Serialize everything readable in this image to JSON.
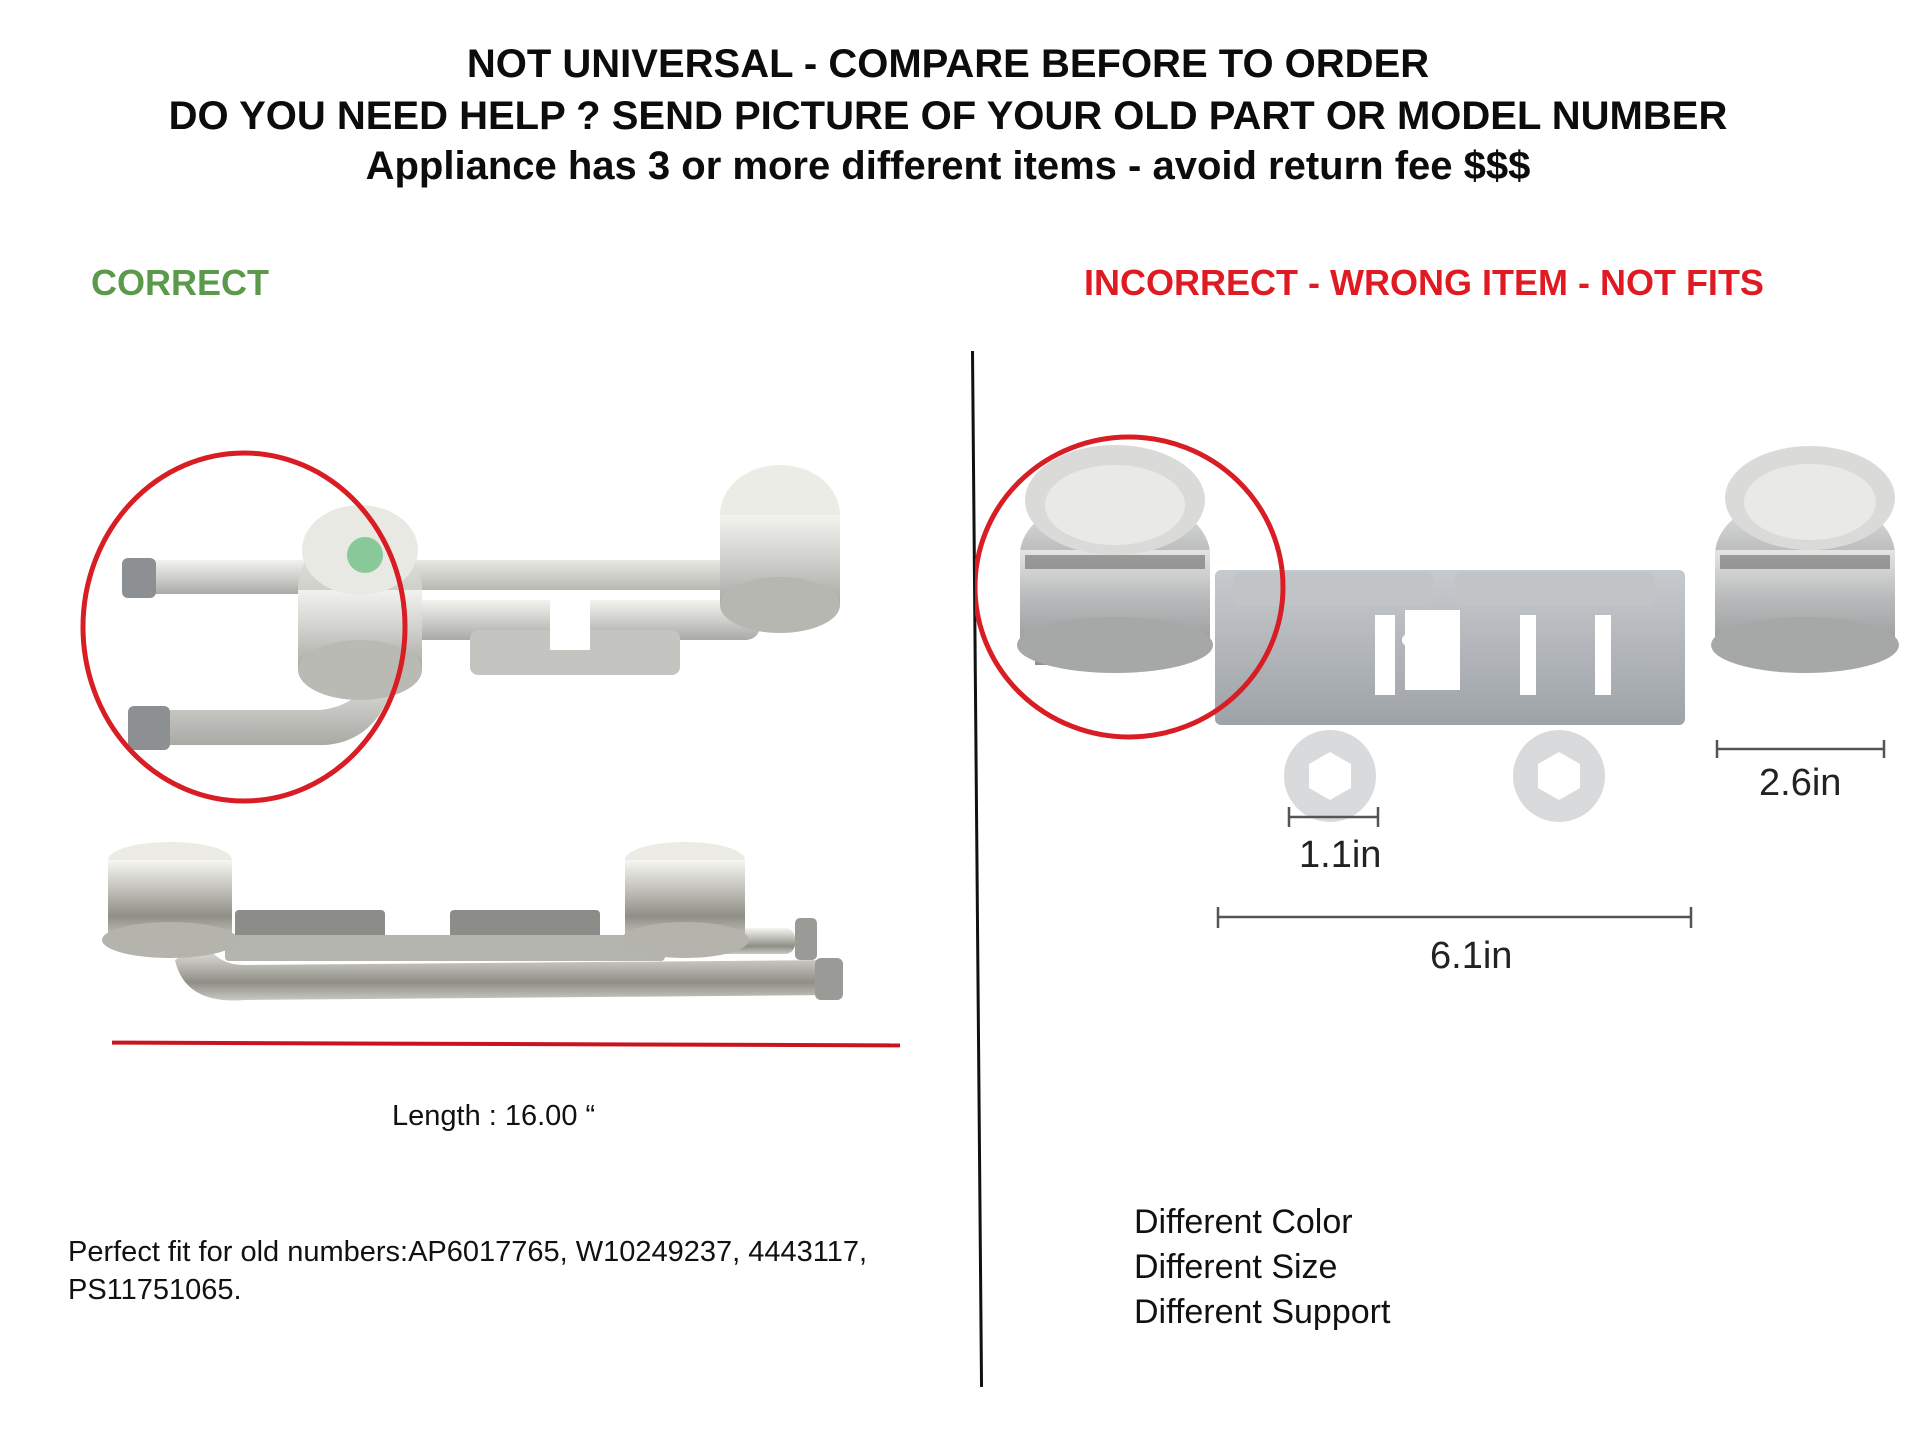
{
  "header": {
    "line1": "NOT UNIVERSAL - COMPARE BEFORE TO ORDER",
    "line2": "DO YOU NEED HELP ? SEND PICTURE OF YOUR OLD PART OR MODEL NUMBER",
    "line3": "Appliance has 3 or more different items  - avoid return fee $$$"
  },
  "left": {
    "label": "CORRECT",
    "label_color": "#5a9a4a",
    "length_caption": "Length : 16.00 “",
    "fit_caption": "Perfect fit for old numbers:AP6017765, W10249237, 4443117, PS11751065.",
    "part_numbers": [
      "AP6017765",
      "W10249237",
      "4443117",
      "PS11751065"
    ]
  },
  "right": {
    "label": "INCORRECT - WRONG ITEM - NOT FITS",
    "label_color": "#e01a22",
    "dimensions": {
      "washer": "1.1in",
      "burner_height": "2.6in",
      "length": "6.1in"
    },
    "differences": [
      "Different Color",
      "Different Size",
      "Different Support"
    ]
  },
  "colors": {
    "highlight_circle": "#d81e24",
    "divider": "#111111",
    "length_line": "#c8141c"
  }
}
